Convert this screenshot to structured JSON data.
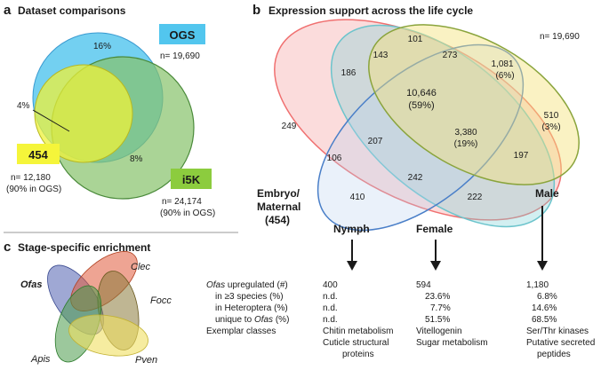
{
  "panel_a": {
    "letter": "a",
    "title": "Dataset comparisons",
    "ogs": {
      "badge": "OGS",
      "count": "n= 19,690"
    },
    "s454": {
      "badge": "454",
      "count": "n= 12,180",
      "pct": "(90% in OGS)"
    },
    "i5k": {
      "badge": "i5K",
      "count": "n= 24,174",
      "pct": "(90% in OGS)"
    },
    "regions": {
      "ogs_only": "16%",
      "s454_only": "4%",
      "i5k_only": "8%"
    },
    "colors": {
      "ogs": "#5ac8ef",
      "s454": "#f2f23a",
      "i5k": "#86c26a",
      "ogs_badge": "#52c6ee",
      "s454_badge": "#f5f53a",
      "i5k_badge": "#8ccc3e"
    }
  },
  "panel_b": {
    "letter": "b",
    "title": "Expression support across the life cycle",
    "total": "n= 19,690",
    "sets": {
      "embryo_l1": "Embryo/",
      "embryo_l2": "Maternal",
      "embryo_l3": "(454)",
      "nymph": "Nymph",
      "female": "Female",
      "male": "Male"
    },
    "regions": {
      "r101": "101",
      "r143": "143",
      "r273": "273",
      "r186": "186",
      "r1081": "1,081",
      "r1081p": "(6%)",
      "r10646": "10,646",
      "r10646p": "(59%)",
      "r249": "249",
      "r510": "510",
      "r510p": "(3%)",
      "r3380": "3,380",
      "r3380p": "(19%)",
      "r207": "207",
      "r197": "197",
      "r106": "106",
      "r242": "242",
      "r410": "410",
      "r222": "222"
    },
    "colors": {
      "embryo": "#f08080",
      "female": "#7fd0d8",
      "nymph": "#4a7fc8",
      "male": "#f4e27a",
      "male_edge": "#8aa43c"
    }
  },
  "panel_c": {
    "letter": "c",
    "title": "Stage-specific enrichment",
    "species": {
      "ofas": "Ofas",
      "clec": "Clec",
      "focc": "Focc",
      "apis": "Apis",
      "pven": "Pven"
    },
    "colors": {
      "ofas": "#5060b0",
      "clec": "#e05a3a",
      "focc": "#8a7a3a",
      "apis": "#4a9a4a",
      "pven": "#f0e060"
    }
  },
  "table": {
    "rows": [
      {
        "label_italic": "Ofas",
        "label_rest": " upregulated (#)",
        "nymph": "400",
        "female": "594",
        "male": "1,180"
      },
      {
        "label": "  in ≥3 species (%)",
        "nymph": "n.d.",
        "female": "23.6%",
        "male": "6.8%"
      },
      {
        "label": "  in Heteroptera (%)",
        "nymph": "n.d.",
        "female": "7.7%",
        "male": "14.6%"
      },
      {
        "label_pre": "  unique to ",
        "label_italic": "Ofas",
        "label_rest": " (%)",
        "nymph": "n.d.",
        "female": "51.5%",
        "male": "68.5%"
      },
      {
        "label": "Exemplar classes",
        "nymph": "Chitin metabolism",
        "female": "Vitellogenin",
        "male": "Ser/Thr kinases"
      },
      {
        "label": "",
        "nymph": "Cuticle structural",
        "female": "Sugar metabolism",
        "male": "Putative secreted"
      },
      {
        "label": "",
        "nymph": "proteins",
        "female": "",
        "male": "peptides"
      }
    ]
  }
}
